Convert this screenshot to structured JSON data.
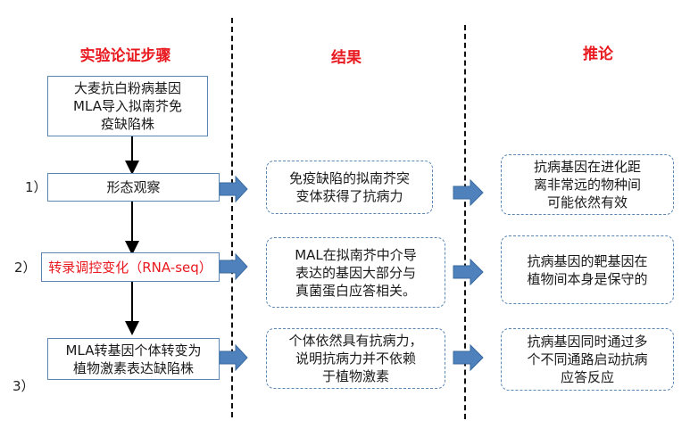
{
  "headers": {
    "steps": "实验论证步骤",
    "results": "结果",
    "inference": "推论"
  },
  "start_box": "大麦抗白粉病基因\nMLA导入拟南芥免\n疫缺陷株",
  "rows": [
    {
      "num": "1）",
      "step": "形态观察",
      "result": "免疫缺陷的拟南芥突\n变体获得了抗病力",
      "inference": "抗病基因在进化距\n离非常远的物种间\n可能依然有效"
    },
    {
      "num": "2）",
      "step": "转录调控变化（RNA-seq）",
      "result": "MAL在拟南芥中介导\n表达的基因大部分与\n真菌蛋白应答相关。",
      "inference": "抗病基因的靶基因在\n植物间本身是保守的"
    },
    {
      "num": "3）",
      "step": "MLA转基因个体转变为\n植物激素表达缺陷株",
      "result": "个体依然具有抗病力，\n说明抗病力并不依赖\n于植物激素",
      "inference": "抗病基因同时通过多\n个不同通路启动抗病\n应答反应"
    }
  ],
  "colors": {
    "header": "#e8191f",
    "box_border": "#5b86b4",
    "arrow_fill": "#4f81bd"
  }
}
